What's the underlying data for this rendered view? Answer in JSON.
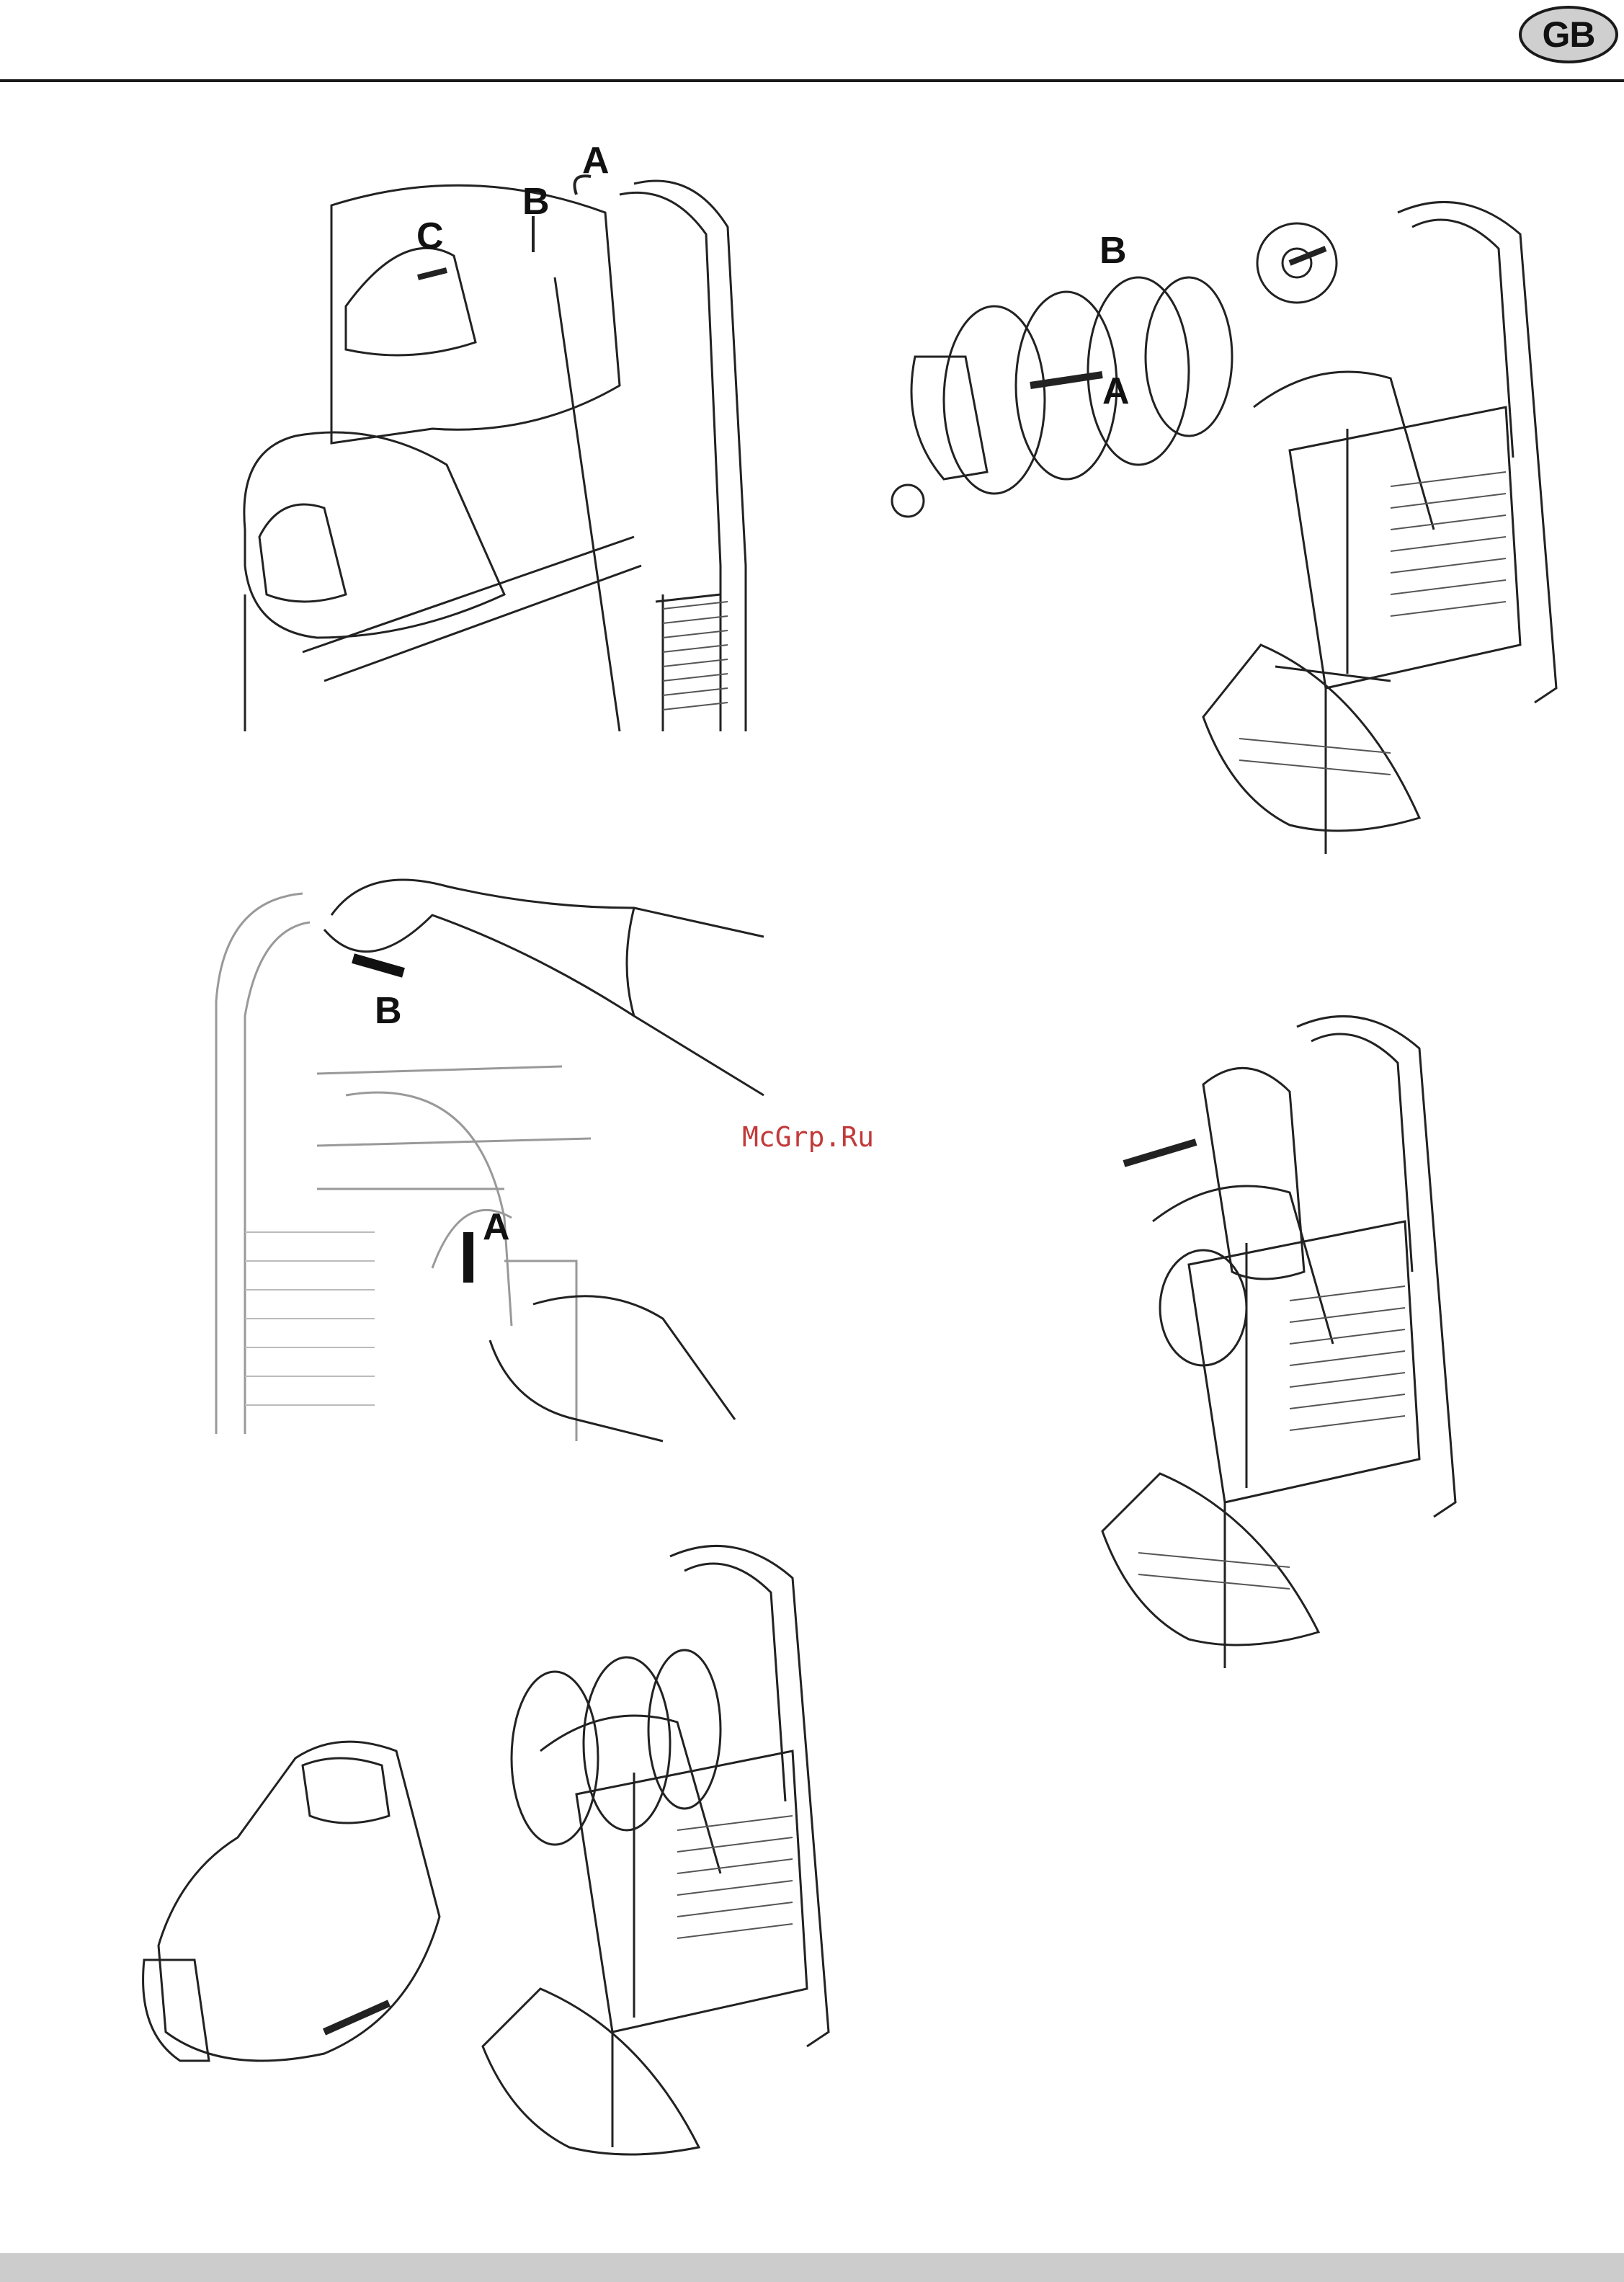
{
  "header": {
    "lang_badge": "GB"
  },
  "figures": {
    "fig1": {
      "labels": {
        "a": "A",
        "b": "B",
        "c": "C"
      }
    },
    "fig2": {
      "labels": {
        "a": "A",
        "b": "B"
      }
    },
    "fig3": {
      "labels": {
        "a": "A",
        "b": "B"
      }
    }
  },
  "watermark": "McGrp.Ru",
  "colors": {
    "line": "#222222",
    "badge_fill": "#cfcfcf",
    "footer_band": "#cccccc",
    "watermark": "#c23a3a"
  }
}
